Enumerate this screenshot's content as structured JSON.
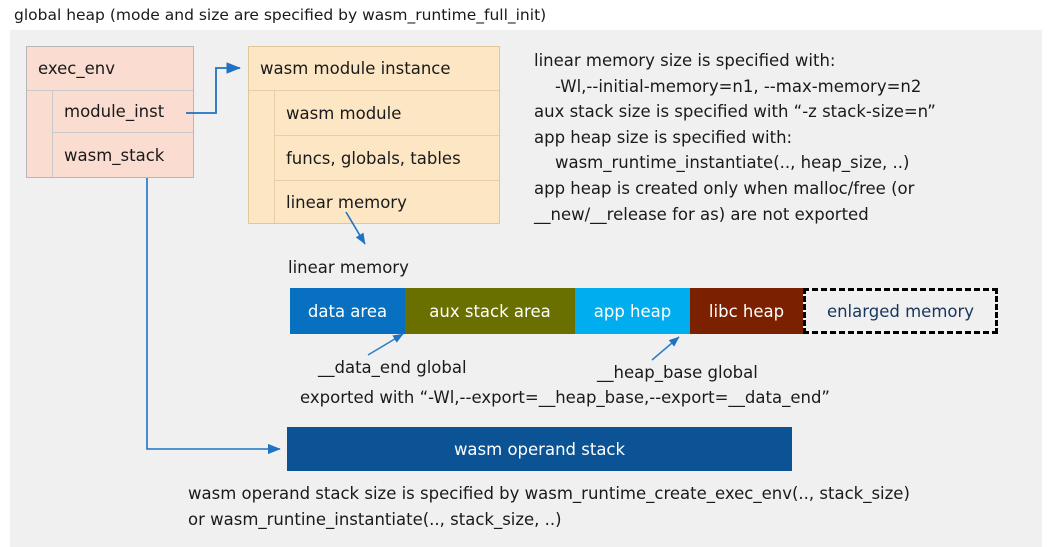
{
  "title": "global heap (mode and size are specified by wasm_runtime_full_init)",
  "exec_env_box": {
    "header": "exec_env",
    "rows": [
      {
        "label": "module_inst"
      },
      {
        "label": "wasm_stack"
      }
    ]
  },
  "module_instance_box": {
    "header": "wasm module instance",
    "rows": [
      {
        "label": "wasm module"
      },
      {
        "label": "funcs, globals, tables"
      },
      {
        "label": "linear memory"
      }
    ]
  },
  "notes": "linear memory size is specified with:\n    -Wl,--initial-memory=n1, --max-memory=n2\naux stack size is specified with “-z stack-size=n”\napp heap size is specified with:\n    wasm_runtime_instantiate(.., heap_size, ..)\napp heap is created only when malloc/free (or\n__new/__release for as) are not exported",
  "linear_memory_label": "linear memory",
  "memory_bar": {
    "segments": [
      {
        "label": "data area",
        "color": "#0770c0",
        "width": 115,
        "text_color": "#ffffff",
        "dashed": false
      },
      {
        "label": "aux stack area",
        "color": "#6a7000",
        "width": 170,
        "text_color": "#ffffff",
        "dashed": false
      },
      {
        "label": "app heap",
        "color": "#00adee",
        "width": 115,
        "text_color": "#ffffff",
        "dashed": false
      },
      {
        "label": "libc heap",
        "color": "#7c2100",
        "width": 113,
        "text_color": "#ffffff",
        "dashed": false
      },
      {
        "label": "enlarged memory",
        "color": "#f0f0f0",
        "width": 195,
        "text_color": "#17365d",
        "dashed": true
      }
    ]
  },
  "annotations": {
    "data_end": "__data_end global",
    "heap_base": "__heap_base global",
    "export_note": "exported with “-Wl,--export=__heap_base,--export=__data_end”"
  },
  "operand_stack": {
    "label": "wasm operand stack",
    "color": "#0b5394"
  },
  "footer": "wasm operand stack size is specified by wasm_runtime_create_exec_env(.., stack_size)\nor wasm_runtine_instantiate(.., stack_size, ..)",
  "colors": {
    "canvas": "#f0f0f0",
    "exec_env_fill": "#fadcd0",
    "module_inst_fill": "#fce6c4",
    "connector": "#1f72c4"
  }
}
